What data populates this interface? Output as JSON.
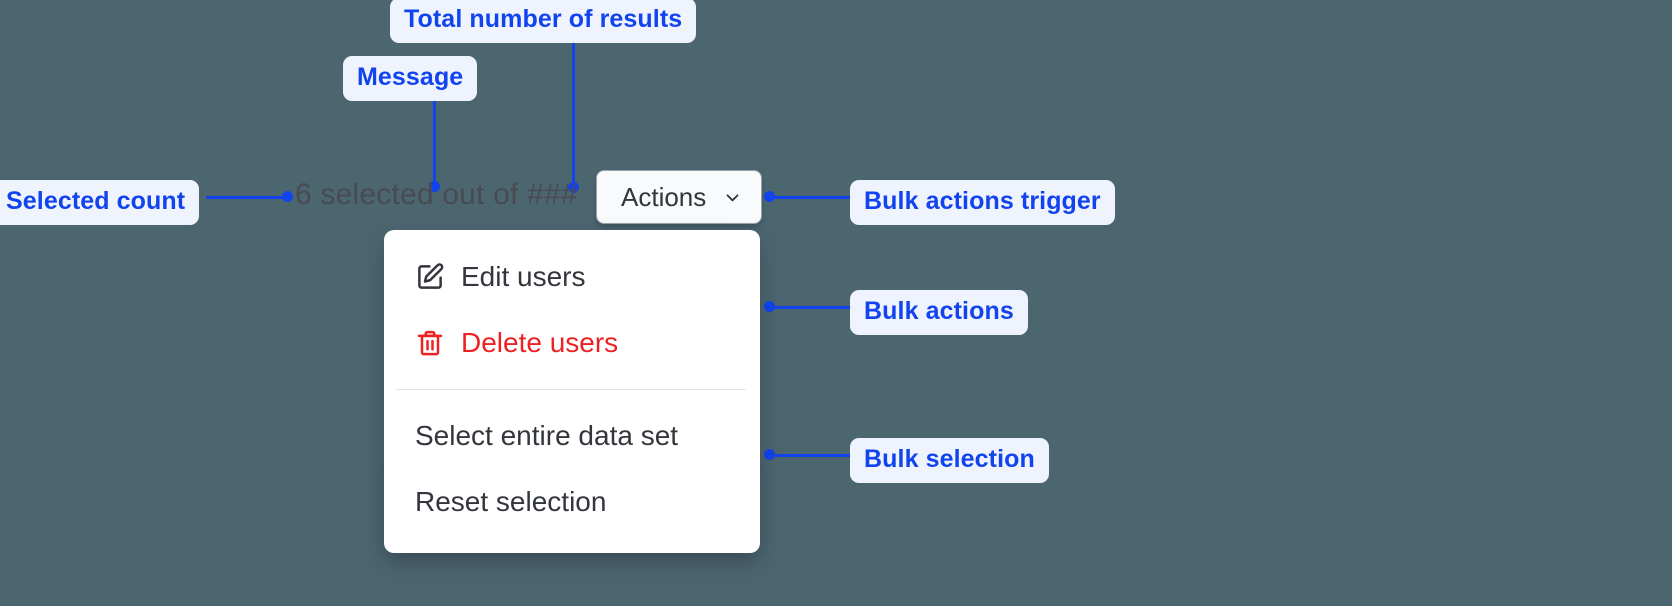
{
  "canvas": {
    "background": "#4c6670",
    "accent": "#1144ee",
    "callout_bg": "#eef3fe",
    "danger": "#ee2222"
  },
  "annotations": [
    {
      "id": "total-results",
      "label": "Total number of results"
    },
    {
      "id": "message",
      "label": "Message"
    },
    {
      "id": "selected-count",
      "label": "Selected count"
    },
    {
      "id": "bulk-trigger",
      "label": "Bulk actions trigger"
    },
    {
      "id": "bulk-actions",
      "label": "Bulk actions"
    },
    {
      "id": "bulk-selection",
      "label": "Bulk selection"
    }
  ],
  "component": {
    "selection_message": "6 selected out of ###",
    "selected_count": "6",
    "message_text": "selected out of",
    "total_results_placeholder": "###",
    "trigger": {
      "label": "Actions",
      "icon": "chevron-down-icon",
      "expanded": "true"
    },
    "menu": {
      "actions": [
        {
          "label": "Edit users",
          "icon": "edit-pencil-icon",
          "tone": "default"
        },
        {
          "label": "Delete users",
          "icon": "trash-icon",
          "tone": "danger"
        }
      ],
      "selection": [
        {
          "label": "Select entire data set",
          "icon": "",
          "tone": "default"
        },
        {
          "label": "Reset selection",
          "icon": "",
          "tone": "default"
        }
      ]
    }
  }
}
